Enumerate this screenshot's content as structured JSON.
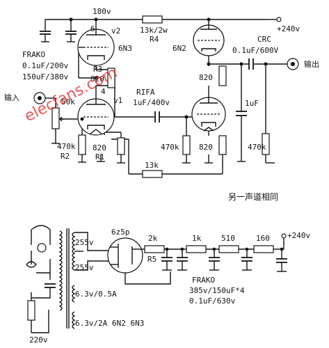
{
  "watermark": "elecfans.com",
  "amplifier": {
    "supply_mid": "180v",
    "supply_top": "+240v",
    "tube_v2": "v2",
    "tube_v2_label": "6",
    "tube_v1": "v1",
    "tube_v1_label": "4",
    "tube_6n3": "6N3",
    "tube_6n2": "6N2",
    "r4_value": "13k/2w",
    "r4_name": "R4",
    "r3_name": "R3",
    "r3_value": "820",
    "r1_value": "820",
    "r1_name": "R1",
    "r2_value": "470k",
    "r2_name": "R2",
    "pot_value": "50k",
    "frako_title": "FRAKO",
    "frako_line1": "0.1uF/200v",
    "frako_line2": "150uF/380v",
    "input_label": "输入",
    "output_label": "输出",
    "crc_title": "CRC",
    "crc_value": "0.1uF/600V",
    "rifa_title": "RIFA",
    "rifa_value": "1uF/400v",
    "cathode_upper": "820",
    "cathode_lower": "820",
    "grid_470k": "470k",
    "grid_470k_right": "470k",
    "cap_1uf": "1uF",
    "feedback_13k": "13k"
  },
  "note": "另一声道相同",
  "psu": {
    "tap_255_a": "255v",
    "tap_255_b": "255v",
    "heater_a": "6.3v/0.5A",
    "heater_b": "6.3v/2A 6N2 6N3",
    "rectifier": "6z5p",
    "r5_value": "2k",
    "r5_name": "R5",
    "r_1k": "1k",
    "r_510": "510",
    "r_160": "160",
    "supply_out": "+240v",
    "frako_title": "FRAKO",
    "frako_line1": "385v/150uF*4",
    "frako_line2": "0.1uF/630v",
    "mains": "220v"
  }
}
